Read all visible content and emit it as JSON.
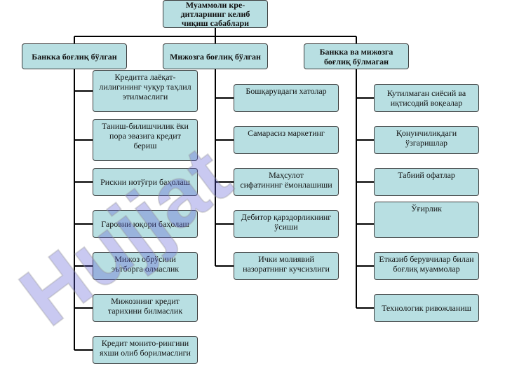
{
  "root": {
    "title": "Муаммоли кре-\nдитларнинг келиб\nчиқиш сабаблари"
  },
  "categories": [
    "Банкка боғлиқ бўлган",
    "Мижозга боғлиқ бўлган",
    "Банкка ва мижозга\nбоғлиқ бўлмаган"
  ],
  "bank_items": [
    "Кредитга лаёқат-\nлилигининг чуқур таҳлил\nэтилмаслиги",
    "Таниш-билишчилик ёки\nпора эвазига кредит\nбериш",
    "Рискни нотўғри баҳолаш",
    "Гаровни юқори баҳолаш",
    "Мижоз обрўсини\nэътборга олмаслик",
    "Мижознинг кредит\nтарихини билмаслик",
    "Кредит монито-рингини\nяхши олиб борилмаслиги"
  ],
  "client_items": [
    "Бошқарувдаги хатолар",
    "Самарасиз маркетинг",
    "Маҳсулот\nсифатининг ёмонлашиши",
    "Дебитор қарздорликнинг\nўсиши",
    "Ички молиявий\nназоратнинг кучсизлиги"
  ],
  "neither_items": [
    "Кутилмаган сиёсий ва\nиқтисодий воқеалар",
    "Қонунчиликдаги\nўзгаришлар",
    "Табиий офатлар",
    "Ўғирлик",
    "Етказиб берувчилар билан\nбоғлиқ муаммолар",
    "Технологик ривожланиш"
  ],
  "colors": {
    "box_fill": "#b8dfe2",
    "box_border": "#3c3c3c",
    "line": "#000000",
    "watermark": "#5b5bd6"
  },
  "watermark": {
    "text": "Hujjat"
  }
}
